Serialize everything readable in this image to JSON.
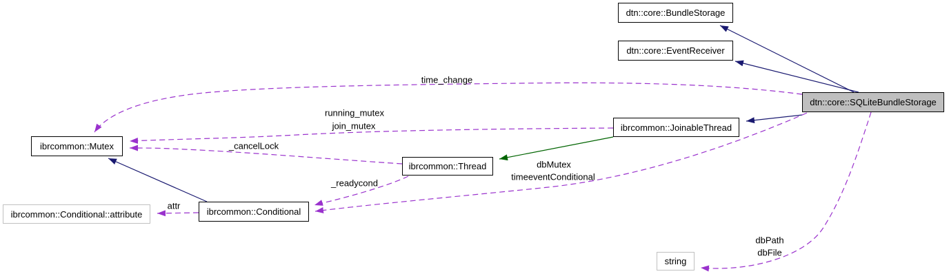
{
  "nodes": {
    "bundle_storage": {
      "label": "dtn::core::BundleStorage"
    },
    "event_receiver": {
      "label": "dtn::core::EventReceiver"
    },
    "sqlite_bundle_storage": {
      "label": "dtn::core::SQLiteBundleStorage"
    },
    "joinable_thread": {
      "label": "ibrcommon::JoinableThread"
    },
    "mutex": {
      "label": "ibrcommon::Mutex"
    },
    "thread": {
      "label": "ibrcommon::Thread"
    },
    "conditional_attribute": {
      "label": "ibrcommon::Conditional::attribute"
    },
    "conditional": {
      "label": "ibrcommon::Conditional"
    },
    "string": {
      "label": "string"
    }
  },
  "edge_labels": {
    "time_change": "time_change",
    "running_mutex": "running_mutex",
    "join_mutex": "join_mutex",
    "cancel_lock": "_cancelLock",
    "readycond": "_readycond",
    "db_mutex": "dbMutex",
    "timeevent_conditional": "timeeventConditional",
    "attr": "attr",
    "db_path": "dbPath",
    "db_file": "dbFile"
  },
  "colors": {
    "inheritance_edge": "#191970",
    "protected_inheritance_edge": "#006400",
    "member_edge": "#9a32cd",
    "current_node_fill": "#bfbfbf",
    "node_border": "#000000",
    "external_node_border": "#c0c0c0",
    "background": "#ffffff"
  }
}
